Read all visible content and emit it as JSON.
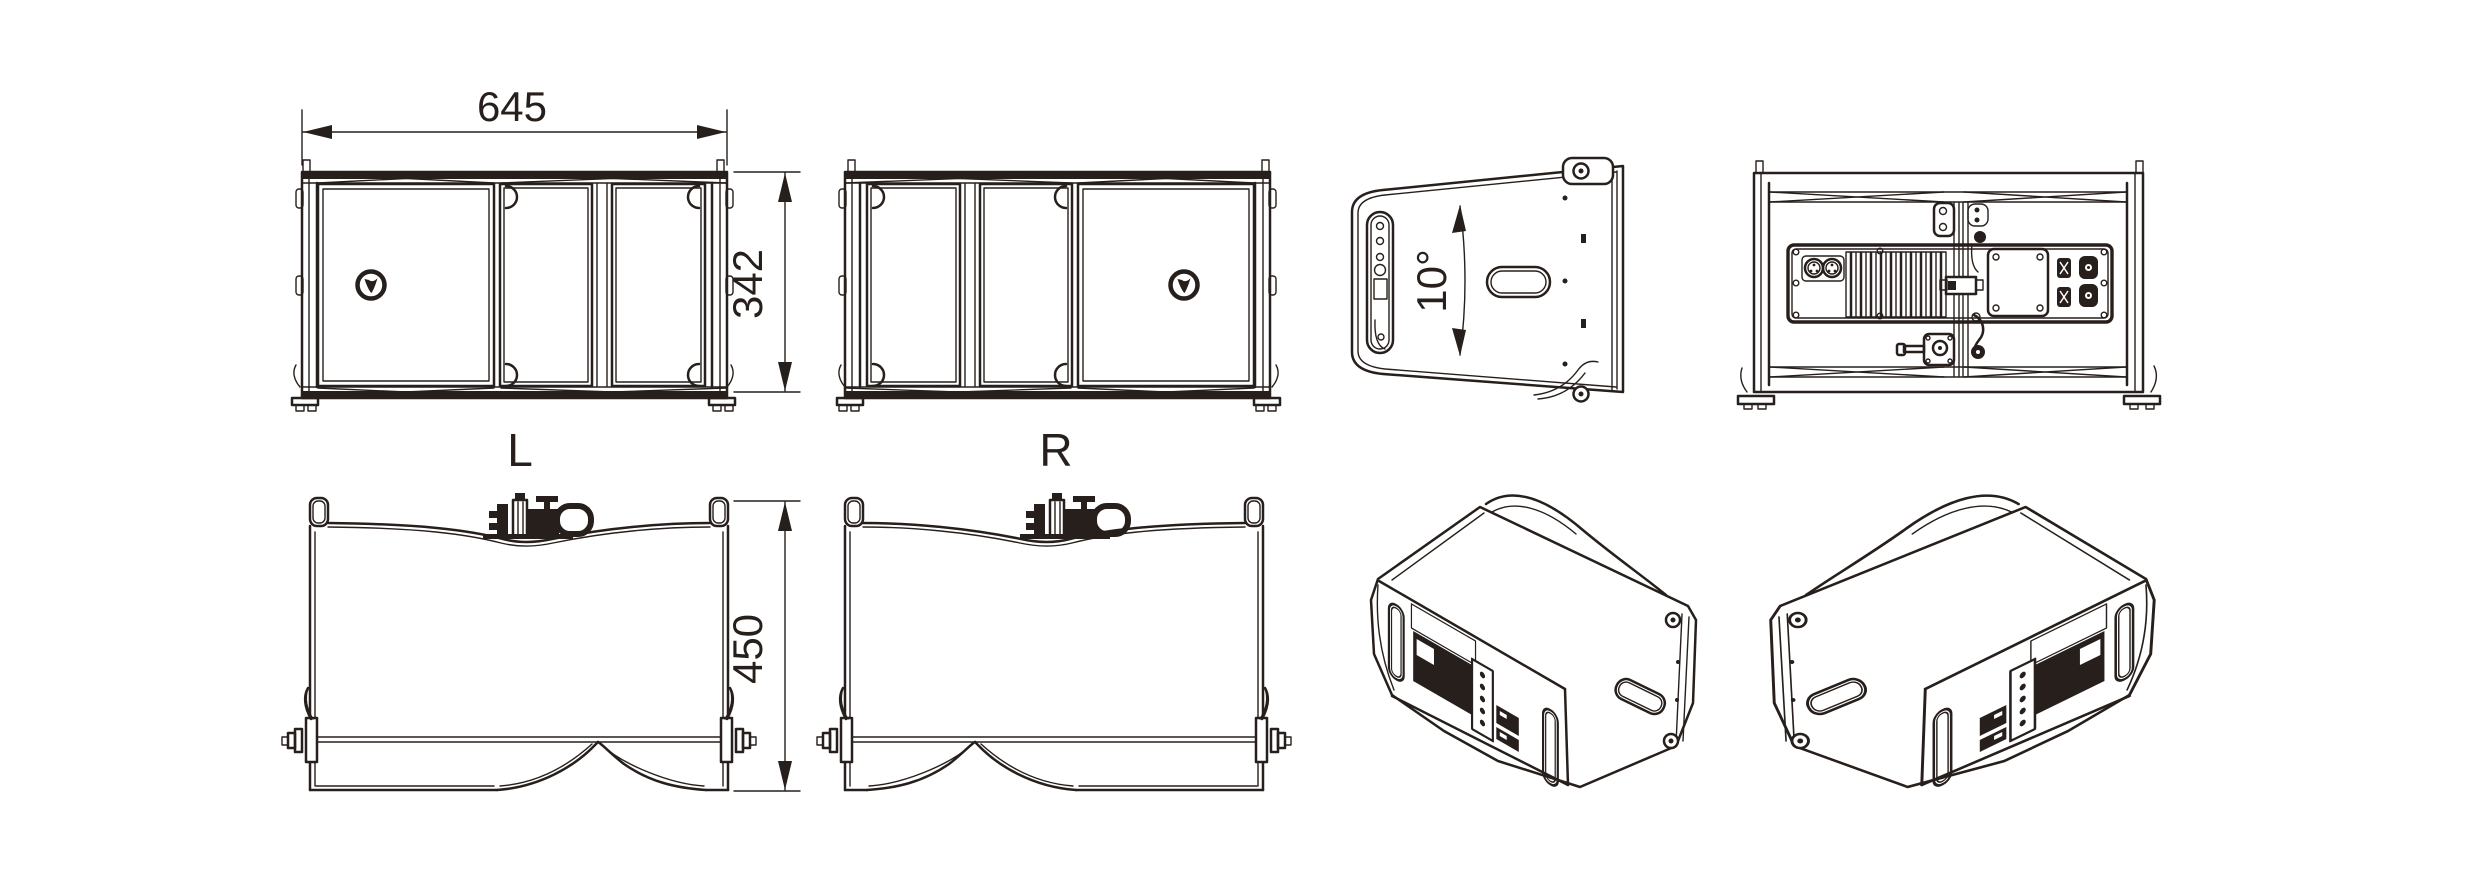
{
  "drawing": {
    "background_color": "#ffffff",
    "line_color": "#271f1b",
    "dims": {
      "width": "645",
      "height": "342",
      "depth": "450",
      "angle": "10°"
    },
    "variant_labels": {
      "left": "L",
      "right": "R"
    }
  }
}
